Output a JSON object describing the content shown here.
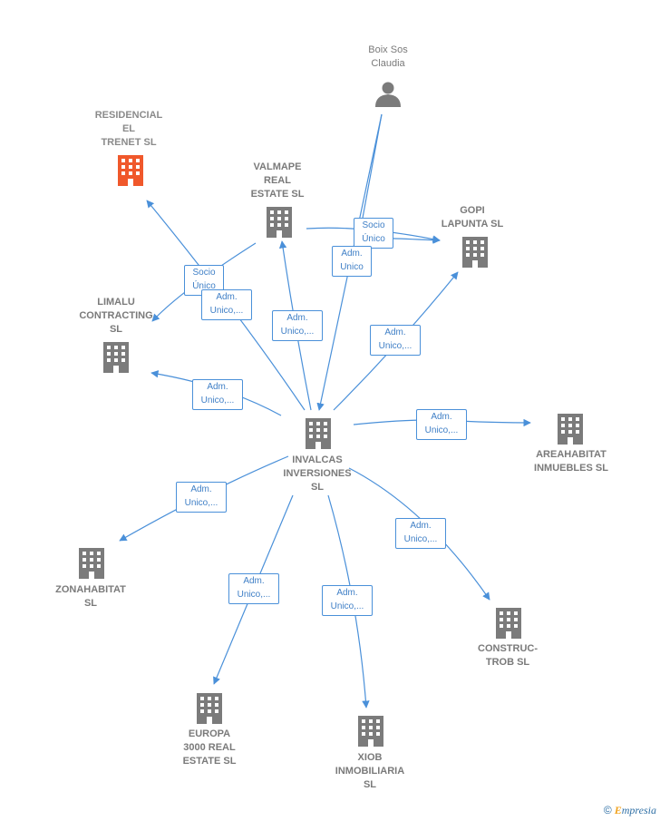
{
  "colors": {
    "edge": "#4a90d9",
    "building": "#7b7b7b",
    "highlight": "#f0582b"
  },
  "nodes": {
    "boix": {
      "label": "Boix Sos\nClaudia",
      "icon": "person-icon"
    },
    "residencial": {
      "label": "RESIDENCIAL\nEL\nTRENET  SL",
      "icon": "building-icon-highlight"
    },
    "valmape": {
      "label": "VALMAPE\nREAL\nESTATE  SL",
      "icon": "building-icon"
    },
    "gopi": {
      "label": "GOPI\nLAPUNTA  SL",
      "icon": "building-icon"
    },
    "limalu": {
      "label": "LIMALU\nCONTRACTING\nSL",
      "icon": "building-icon"
    },
    "invalcas": {
      "label": "INVALCAS\nINVERSIONES\nSL",
      "icon": "building-icon"
    },
    "areahabitat": {
      "label": "AREAHABITAT\nINMUEBLES  SL",
      "icon": "building-icon"
    },
    "zonahabitat": {
      "label": "ZONAHABITAT\nSL",
      "icon": "building-icon"
    },
    "construc": {
      "label": "CONSTRUC-\nTROB SL",
      "icon": "building-icon"
    },
    "europa": {
      "label": "EUROPA\n3000 REAL\nESTATE  SL",
      "icon": "building-icon"
    },
    "xiob": {
      "label": "XIOB\nINMOBILIARIA\nSL",
      "icon": "building-icon"
    }
  },
  "edges": {
    "socio_unico_valmape": "Socio\nÚnico",
    "adm_unico_boix": "Adm.\nUnico",
    "socio_unico_limalu": "Socio\nÚnico",
    "adm_residencial": "Adm.\nUnico,...",
    "adm_valmape": "Adm.\nUnico,...",
    "adm_gopi": "Adm.\nUnico,...",
    "adm_limalu": "Adm.\nUnico,...",
    "adm_areahabitat": "Adm.\nUnico,...",
    "adm_zonahabitat": "Adm.\nUnico,...",
    "adm_construc": "Adm.\nUnico,...",
    "adm_europa": "Adm.\nUnico,...",
    "adm_xiob": "Adm.\nUnico,..."
  },
  "watermark": {
    "copyright": "©",
    "brand_initial": "E",
    "brand_rest": "mpresia"
  }
}
